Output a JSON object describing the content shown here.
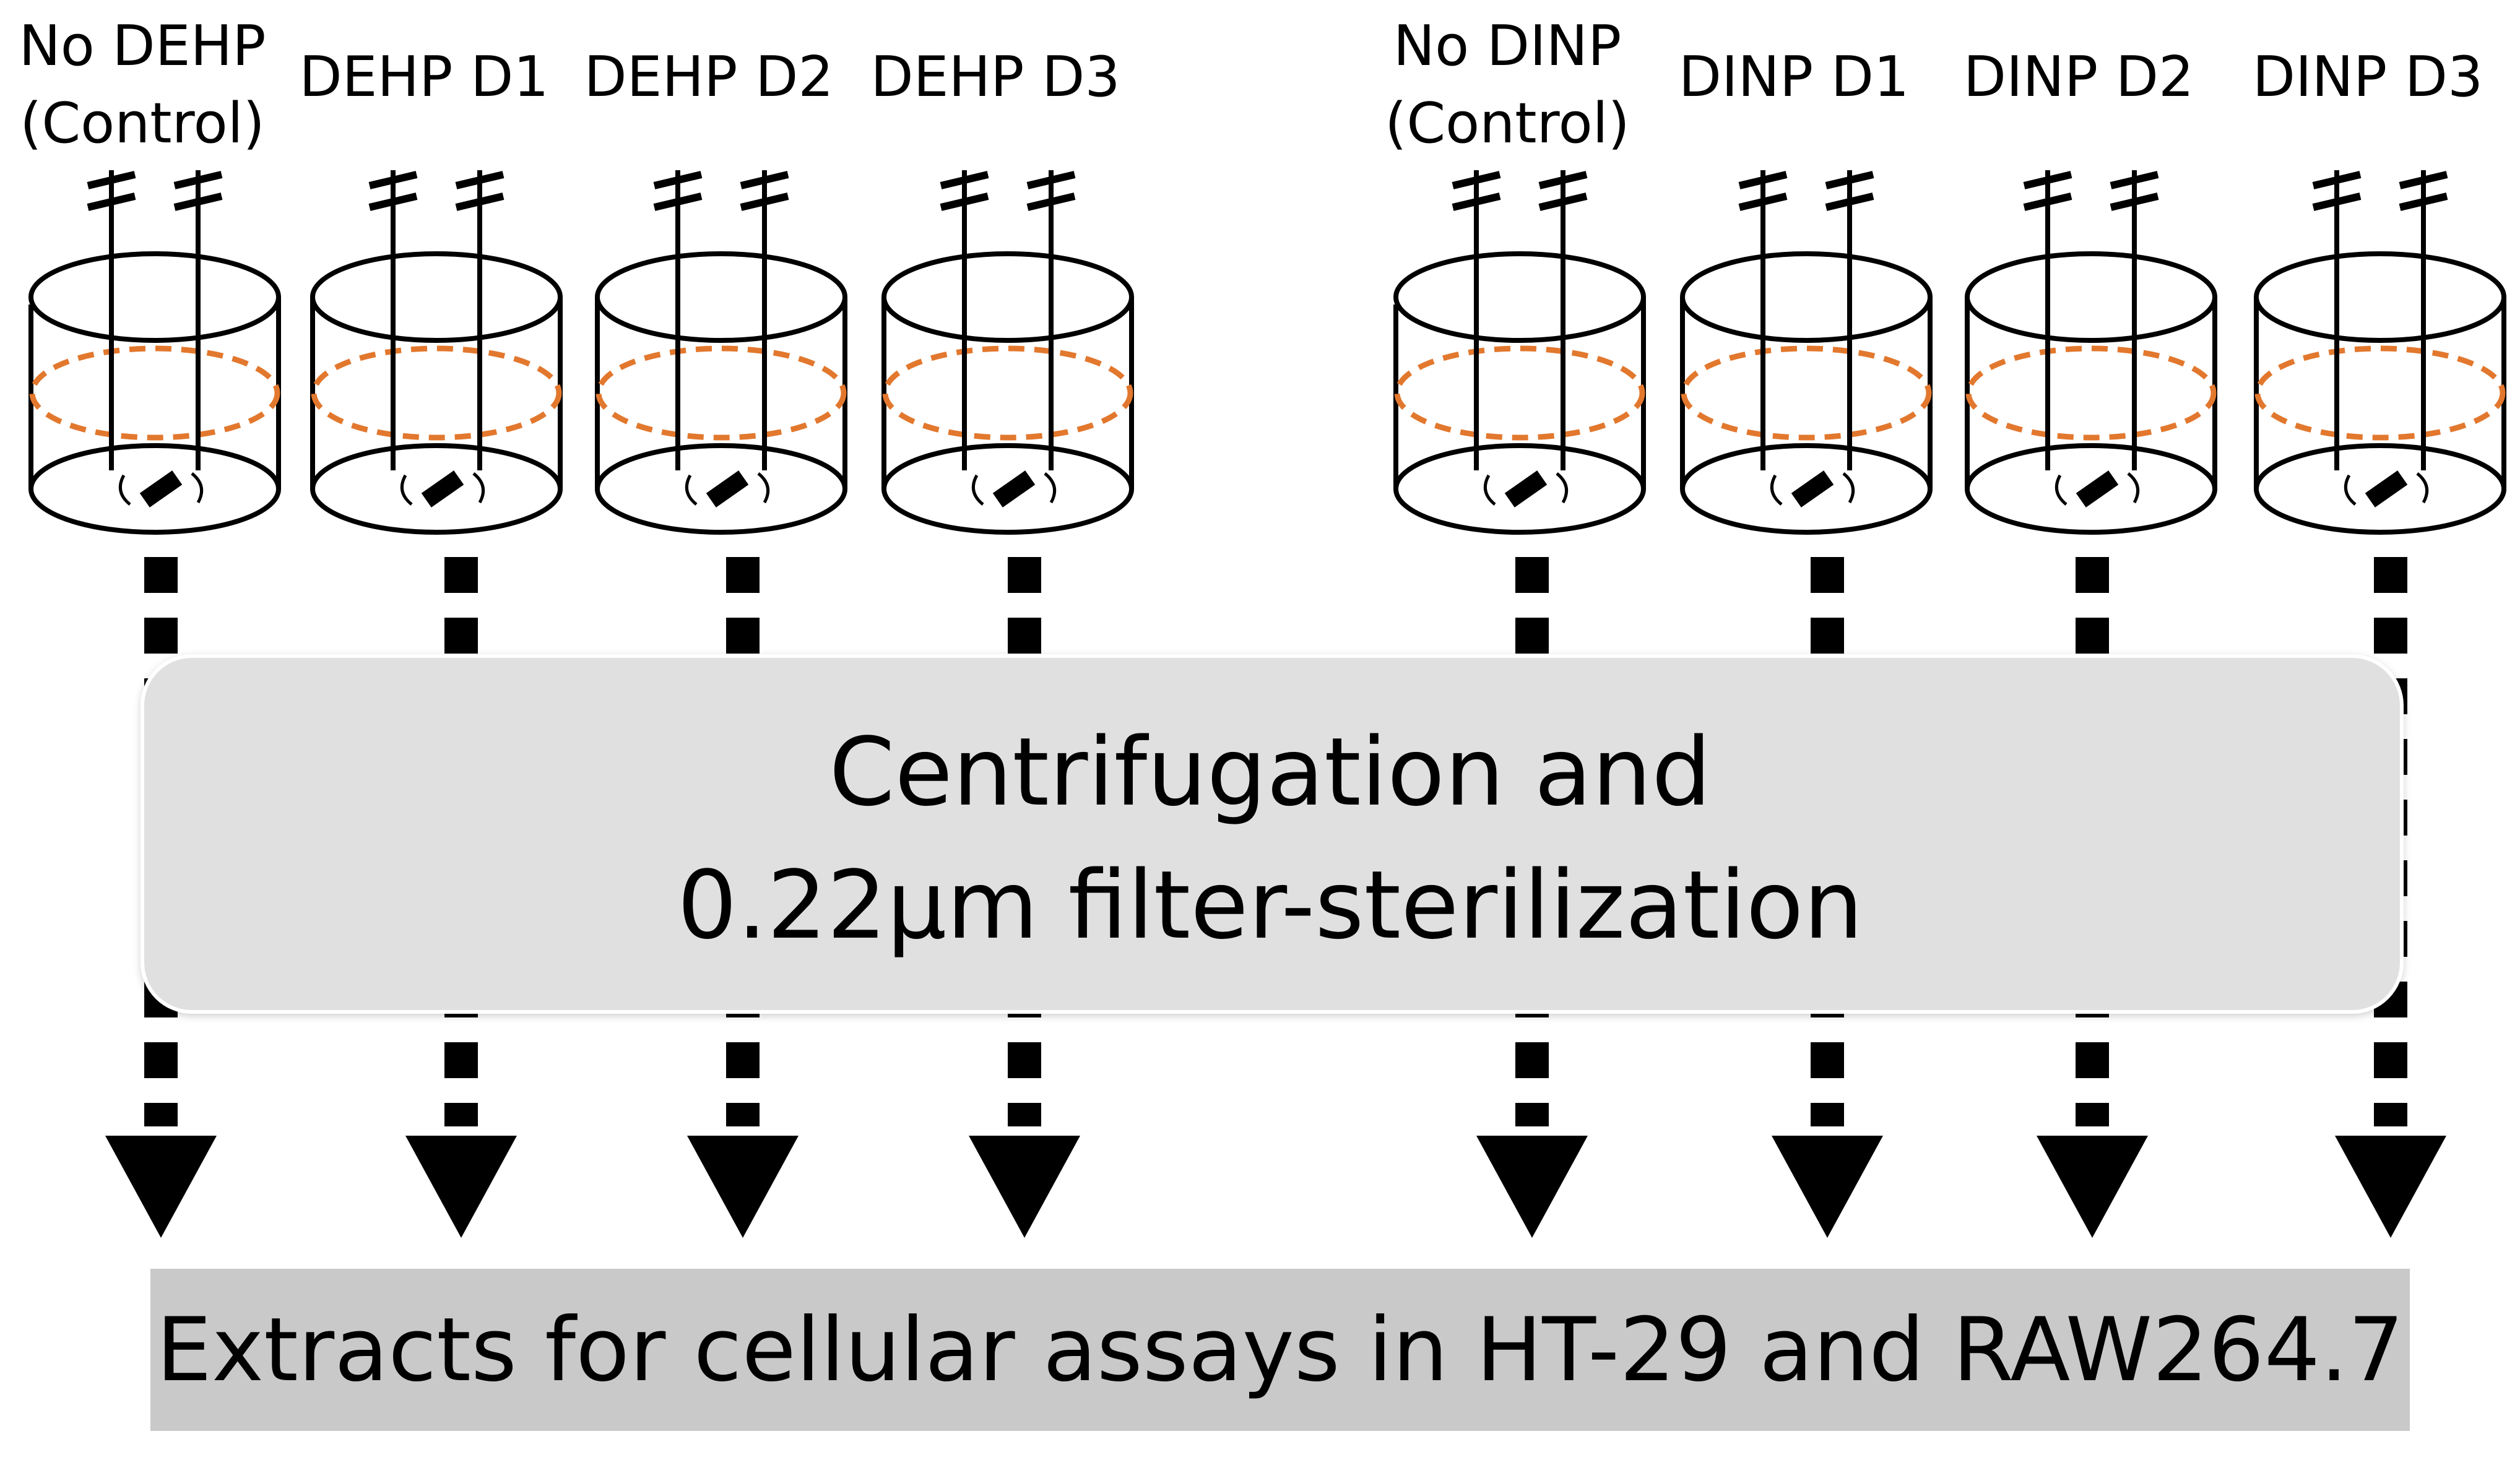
{
  "vessels": [
    {
      "label_line1": "No DEHP",
      "label_line2": "(Control)"
    },
    {
      "label_line1": "DEHP D1",
      "label_line2": ""
    },
    {
      "label_line1": "DEHP D2",
      "label_line2": ""
    },
    {
      "label_line1": "DEHP D3",
      "label_line2": ""
    },
    {
      "label_line1": "No DINP",
      "label_line2": "(Control)"
    },
    {
      "label_line1": "DINP D1",
      "label_line2": ""
    },
    {
      "label_line1": "DINP D2",
      "label_line2": ""
    },
    {
      "label_line1": "DINP D3",
      "label_line2": ""
    }
  ],
  "process_box": {
    "line1": "Centrifugation and",
    "line2": "0.22µm filter-sterilization"
  },
  "output_box": {
    "label": "Extracts for cellular assays in HT-29 and RAW264.7"
  },
  "colors": {
    "process_fill": "#e0e0e0",
    "output_fill": "#c9c9c9",
    "liquid_level": "#e2782e",
    "ink": "#000000"
  }
}
